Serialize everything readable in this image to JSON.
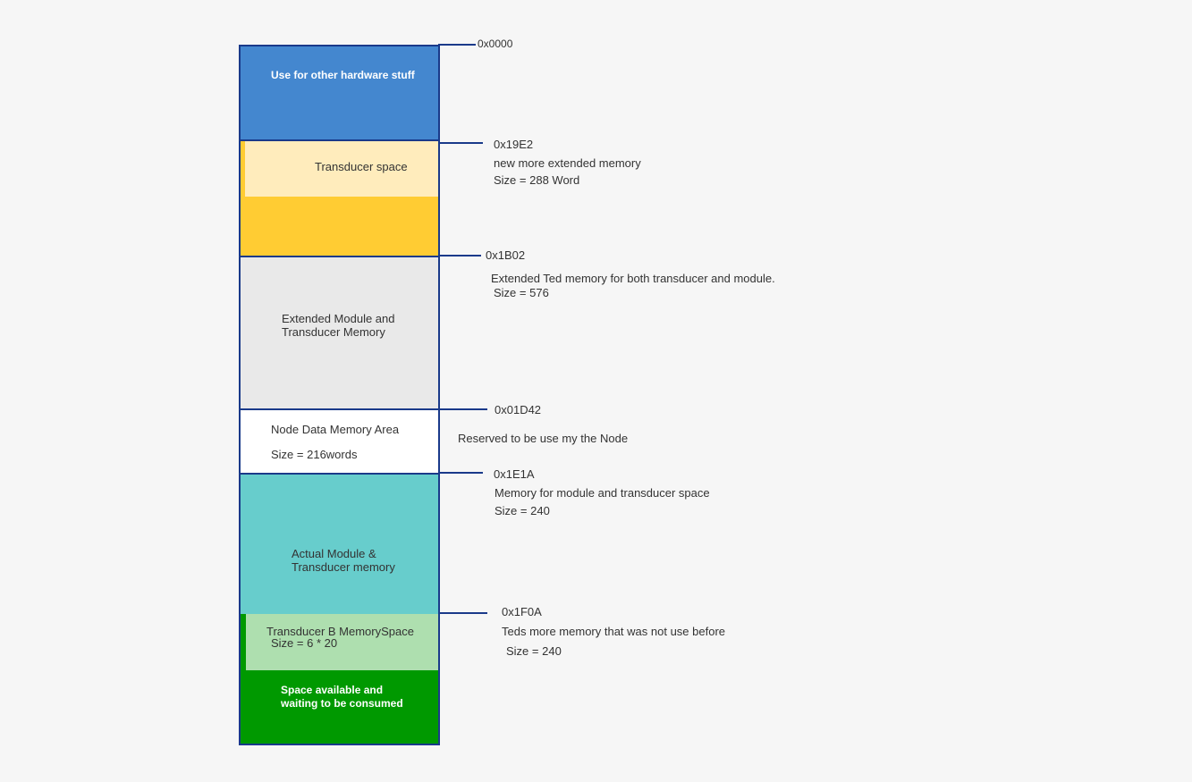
{
  "colors": {
    "hardware": "#4487cf",
    "transducer_light": "#ffecbc",
    "transducer_dark": "#ffcc33",
    "extended": "#e9e9e9",
    "node": "#ffffff",
    "actual": "#67cdcc",
    "transducer_b_light": "#aedfaf",
    "transducer_b_dark": "#009900",
    "border": "#1a3a8a",
    "background": "#f6f6f6"
  },
  "blocks": {
    "hardware": {
      "label": "Use for other hardware stuff"
    },
    "transducer_space": {
      "label": "Transducer space"
    },
    "extended": {
      "line1": "Extended Module and",
      "line2": "Transducer Memory"
    },
    "node": {
      "label": "Node Data Memory Area",
      "size": "Size  = 216words"
    },
    "actual": {
      "line1": "Actual Module &",
      "line2": "Transducer memory"
    },
    "transducer_b": {
      "label": "Transducer B  MemorySpace",
      "size": "Size = 6 * 20"
    },
    "available": {
      "line1": "Space available  and",
      "line2": "waiting to be consumed"
    }
  },
  "annotations": {
    "a0": {
      "address": "0x0000"
    },
    "a1": {
      "address": "0x19E2",
      "desc": "new more extended memory",
      "size": "Size  = 288 Word"
    },
    "a2": {
      "address": "0x1B02",
      "desc": "Extended Ted memory for both transducer and module.",
      "size": "Size  =  576"
    },
    "a3": {
      "address": "0x01D42",
      "desc": "Reserved to be use my the Node"
    },
    "a4": {
      "address": "0x1E1A",
      "desc": "Memory for module and transducer space",
      "size": "Size = 240"
    },
    "a5": {
      "address": "0x1F0A",
      "desc": "Teds more memory that was not use before",
      "size": "Size  =  240"
    }
  }
}
